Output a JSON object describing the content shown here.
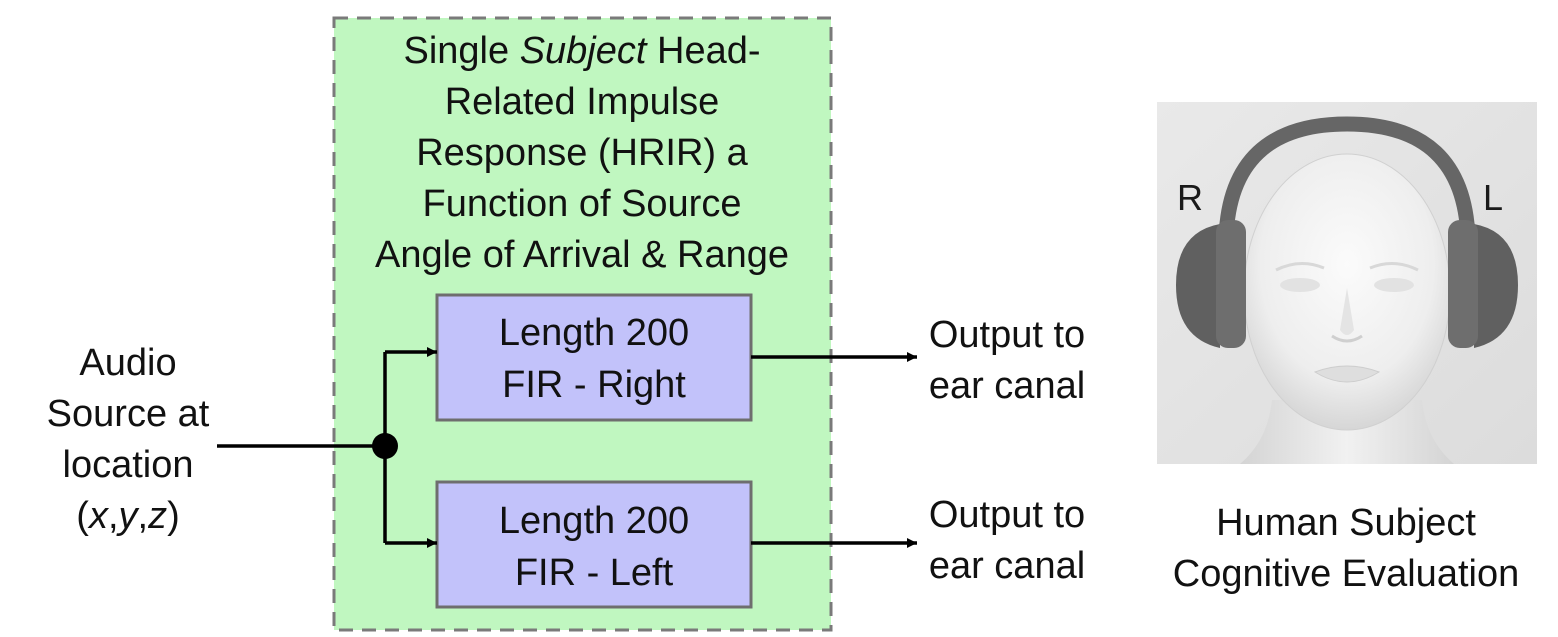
{
  "hrir_box": {
    "title_line1_pre": "Single ",
    "title_line1_em": "Subject",
    "title_line1_post": " Head-",
    "title_line2": "Related Impulse",
    "title_line3": "Response (HRIR) a",
    "title_line4": "Function of Source",
    "title_line5": "Angle of Arrival & Range",
    "colors": {
      "fill": "#c0f7c0",
      "border": "#7a7a7a"
    }
  },
  "source": {
    "line1": "Audio",
    "line2": "Source at",
    "line3": "location",
    "coord_open": "(",
    "coord_x": "x",
    "coord_sep1": ",",
    "coord_y": "y",
    "coord_sep2": ",",
    "coord_z": "z",
    "coord_close": ")"
  },
  "filters": [
    {
      "line1": "Length 200",
      "line2": "FIR - Right"
    },
    {
      "line1": "Length 200",
      "line2": "FIR - Left"
    }
  ],
  "filter_colors": {
    "fill": "#c2c2fa",
    "border": "#6e6e6e"
  },
  "outputs": [
    {
      "line1": "Output to",
      "line2": "ear canal"
    },
    {
      "line1": "Output to",
      "line2": "ear canal"
    }
  ],
  "headphones": {
    "right_label": "R",
    "left_label": "L"
  },
  "subject": {
    "line1": "Human Subject",
    "line2": "Cognitive Evaluation"
  }
}
